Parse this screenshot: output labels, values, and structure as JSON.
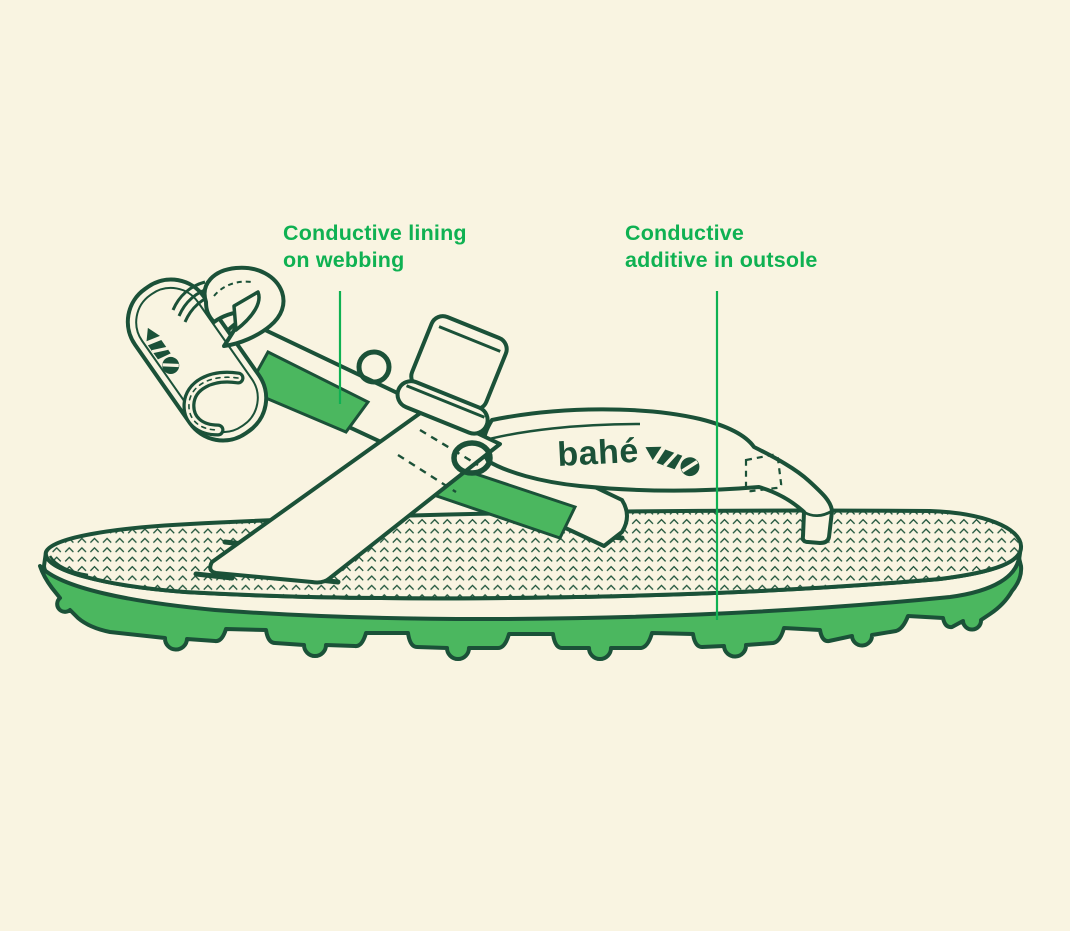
{
  "background_color": "#f9f4e1",
  "palette": {
    "outline_green": "#1b5138",
    "cream_fill": "#f9f4e1",
    "webbing_green": "#4bb75f",
    "outsole_green": "#4bb75f",
    "accent_green": "#0fb152"
  },
  "annotations": {
    "webbing": {
      "line1": "Conductive lining",
      "line2": "on webbing"
    },
    "outsole": {
      "line1": "Conductive",
      "line2": "additive in outsole"
    }
  },
  "logo": {
    "wordmark": "bahé",
    "symbol": "bahe-triple-mark"
  },
  "illustration": {
    "subject": "bahé grounding sandal, side view line illustration"
  }
}
